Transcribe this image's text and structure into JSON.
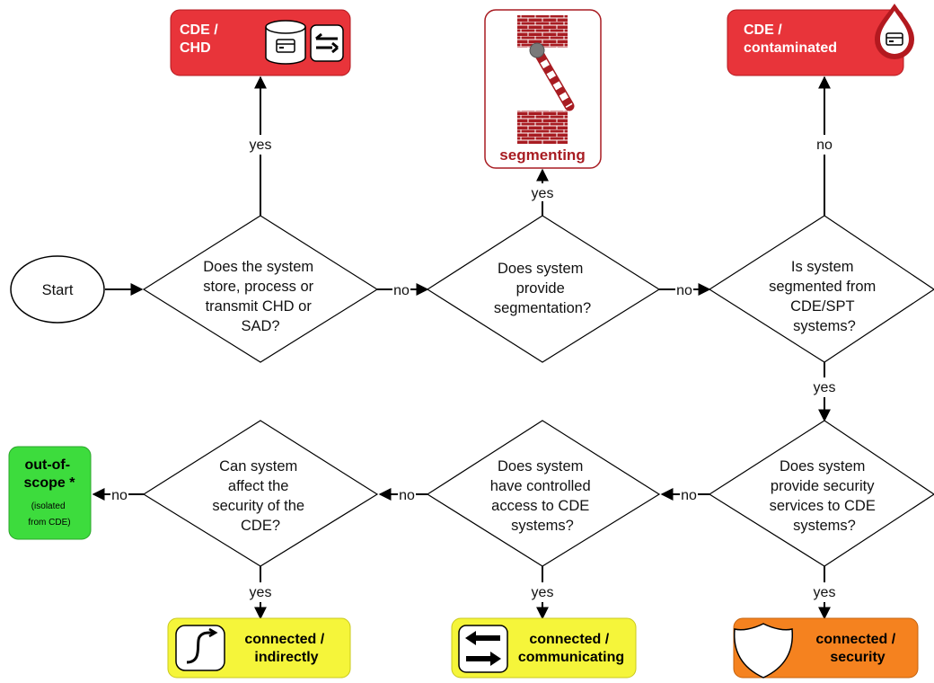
{
  "start": {
    "label": "Start"
  },
  "decisions": [
    {
      "id": "q1",
      "lines": [
        "Does the system",
        "store, process or",
        "transmit CHD or",
        "SAD?"
      ]
    },
    {
      "id": "q2",
      "lines": [
        "Does system",
        "provide",
        "segmentation?"
      ]
    },
    {
      "id": "q3",
      "lines": [
        "Is system",
        "segmented from",
        "CDE/SPT",
        "systems?"
      ]
    },
    {
      "id": "q4",
      "lines": [
        "Does system",
        "provide security",
        "services to CDE",
        "systems?"
      ]
    },
    {
      "id": "q5",
      "lines": [
        "Does system",
        "have controlled",
        "access to CDE",
        "systems?"
      ]
    },
    {
      "id": "q6",
      "lines": [
        "Can system",
        "affect the",
        "security of the",
        "CDE?"
      ]
    }
  ],
  "edge_labels": {
    "q1_yes": "yes",
    "q1_no": "no",
    "q2_yes": "yes",
    "q2_no": "no",
    "q3_no": "no",
    "q3_yes": "yes",
    "q4_yes": "yes",
    "q4_no": "no",
    "q5_yes": "yes",
    "q5_no": "no",
    "q6_yes": "yes",
    "q6_no": "no"
  },
  "outcomes": {
    "cde_chd": {
      "lines": [
        "CDE /",
        "CHD"
      ],
      "color": "#e8343a"
    },
    "segmenting": {
      "label": "segmenting",
      "color": "#a81c22"
    },
    "cde_contaminated": {
      "lines": [
        "CDE /",
        "contaminated"
      ],
      "color": "#e8343a"
    },
    "out_of_scope": {
      "lines": [
        "out-of-",
        "scope *"
      ],
      "note_lines": [
        "(isolated",
        "from CDE)"
      ],
      "color": "#3ddc3d"
    },
    "connected_indirectly": {
      "lines": [
        "connected /",
        "indirectly"
      ],
      "color": "#f5f53a"
    },
    "connected_communicating": {
      "lines": [
        "connected /",
        "communicating"
      ],
      "color": "#f5f53a"
    },
    "connected_security": {
      "lines": [
        "connected /",
        "security"
      ],
      "color": "#f5821f"
    }
  },
  "icons": {
    "cde_chd": [
      "database-card-icon",
      "transfer-arrows-icon"
    ],
    "segmenting": "barrier-gate-icon",
    "cde_contaminated": "blood-drop-card-icon",
    "connected_indirectly": "curved-path-icon",
    "connected_communicating": "transfer-arrows-icon",
    "connected_security": "shield-icon"
  }
}
